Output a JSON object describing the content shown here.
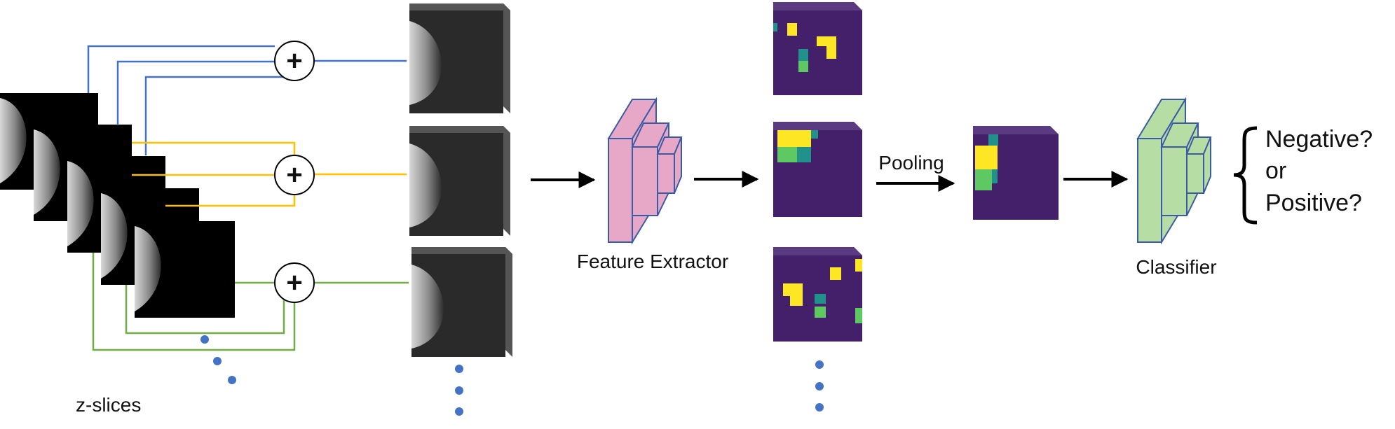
{
  "labels": {
    "z_slices": "z-slices",
    "feature_extractor": "Feature Extractor",
    "pooling": "Pooling",
    "classifier": "Classifier",
    "output_negative": "Negative?",
    "output_or": "or",
    "output_positive": "Positive?"
  },
  "symbols": {
    "sum": "+"
  },
  "colors": {
    "blue_group": "#4472C4",
    "yellow_group": "#FFC000",
    "green_group": "#70AD47",
    "feature_extractor_fill": "#E6A8C6",
    "classifier_fill": "#B5DDA4",
    "heatmap_bg": "#44206B",
    "heatmap_yellow": "#FDE725",
    "heatmap_green": "#5EC962",
    "heatmap_teal": "#21918C",
    "ellipsis_dot": "#4472C4",
    "mammogram_bg": "#000000"
  },
  "icons": [
    "sum-operator-icon",
    "arrow-icon",
    "ellipsis-icon",
    "curly-brace-icon"
  ]
}
